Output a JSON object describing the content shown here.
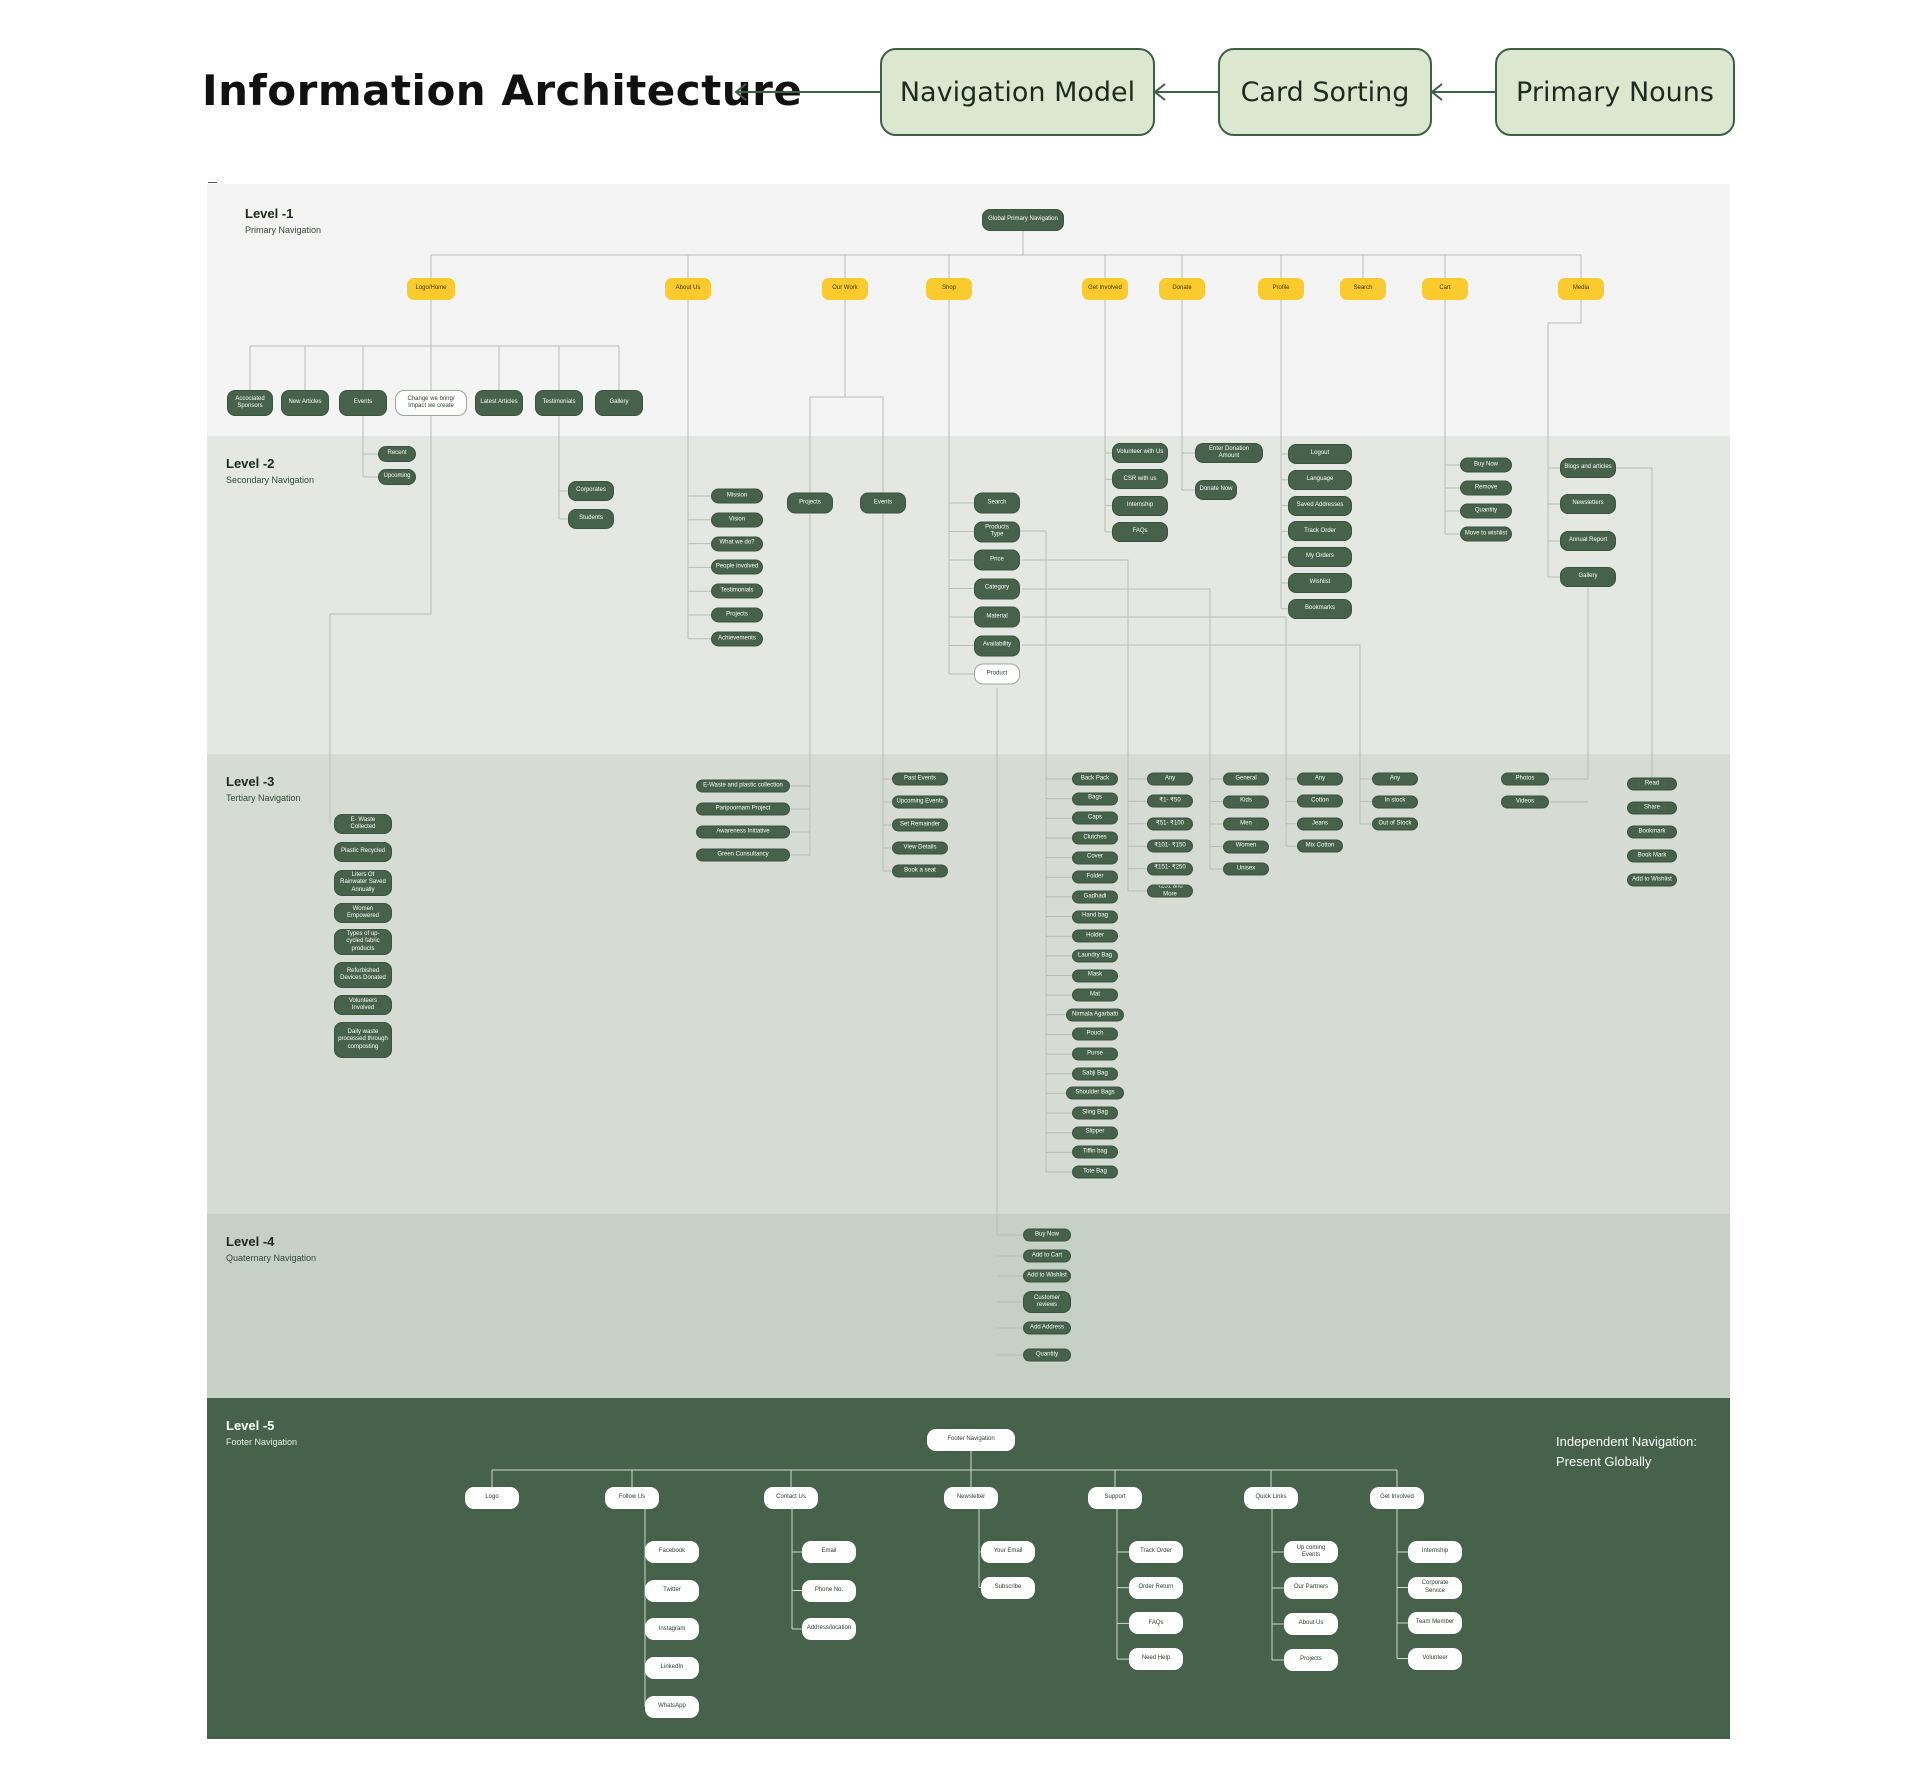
{
  "header": {
    "title": "Information Architecture",
    "steps": [
      "Navigation Model",
      "Card Sorting",
      "Primary Nouns"
    ]
  },
  "levels": [
    {
      "title": "Level -1",
      "subtitle": "Primary Navigation",
      "color": "#f4f4f4"
    },
    {
      "title": "Level -2",
      "subtitle": "Secondary Navigation",
      "color": "#e4e7e2"
    },
    {
      "title": "Level -3",
      "subtitle": "Tertiary Navigation",
      "color": "#d6dbd4"
    },
    {
      "title": "Level -4",
      "subtitle": "Quaternary Navigation",
      "color": "#c7d0c5"
    },
    {
      "title": "Level -5",
      "subtitle": "Footer Navigation",
      "color": "#46624b"
    }
  ],
  "footer_note": "Independent Navigation: Present Globally",
  "colors": {
    "node_dark": "#46624b",
    "node_yellow": "#fbcb2e",
    "header_box": "#dce7cf",
    "connector": "#b8bdb6"
  },
  "nodes": {
    "root": "Global Primary Navigation",
    "primary": [
      "Logo/Home",
      "About Us",
      "Our Work",
      "Shop",
      "Get Involved",
      "Donate",
      "Profile",
      "Search",
      "Cart",
      "Media"
    ],
    "home_children": [
      "Accociated Sponsors",
      "New Articles",
      "Events",
      "Change we bring/ Impact we create",
      "Latest Articles",
      "Testimonials",
      "Gallery"
    ],
    "home_events": [
      "Recent",
      "Upcoming"
    ],
    "home_testimonials": [
      "Corporates",
      "Students"
    ],
    "about": [
      "Mission",
      "Vision",
      "What we do?",
      "People involved",
      "Testimonials",
      "Projects",
      "Achievements"
    ],
    "ourwork": [
      "Projects",
      "Events"
    ],
    "shop": [
      "Search",
      "Products Type",
      "Price",
      "Category",
      "Material",
      "Availability",
      "Product"
    ],
    "getinvolved": [
      "Volunteer with Us",
      "CSR with us",
      "Internship",
      "FAQs"
    ],
    "donate": [
      "Enter Donation Amount",
      "Donate Now"
    ],
    "profile": [
      "Logout",
      "Language",
      "Saved Addresses",
      "Track Order",
      "My Orders",
      "Wishlist",
      "Bookmarks"
    ],
    "cart": [
      "Buy Now",
      "Remove",
      "Quantity",
      "Move to wishlist"
    ],
    "media": [
      "Blogs and articles",
      "Newsletters",
      "Annual Report",
      "Gallery"
    ],
    "impact": [
      "E- Waste Collected",
      "Plastic Recycled",
      "Liters Of Rainwater Saved Annually",
      "Women Empowered",
      "Types of up-cycled fabric products",
      "Refurbished Devices Donated",
      "Volunteers Involved",
      "Daily waste processed through composting"
    ],
    "projects": [
      "E-Waste and plastic collection",
      "Paripoornam Project",
      "Awareness Initiative",
      "Green Consultancy"
    ],
    "events": [
      "Past Events",
      "Upcoming Events",
      "Set Remainder",
      "View Details",
      "Book a seat"
    ],
    "product_types": [
      "Back Pack",
      "Bags",
      "Caps",
      "Clutches",
      "Cover",
      "Folder",
      "Gadhadi",
      "Hand bag",
      "Holder",
      "Laundry Bag",
      "Mask",
      "Mat",
      "Nirmala Agarbatti",
      "Pouch",
      "Purse",
      "Sabji Bag",
      "Shoulder Bags",
      "Sling Bag",
      "Slipper",
      "Tiffin bag",
      "Tote Bag"
    ],
    "price": [
      "Any",
      "₹1- ₹50",
      "₹51- ₹100",
      "₹101- ₹150",
      "₹151- ₹250",
      "₹251 and More"
    ],
    "category": [
      "General",
      "Kids",
      "Men",
      "Women",
      "Unisex"
    ],
    "material": [
      "Any",
      "Cotton",
      "Jeans",
      "Mix Cotton"
    ],
    "availability": [
      "Any",
      "In stock",
      "Out of Stock"
    ],
    "gallery": [
      "Photos",
      "Videos"
    ],
    "blog_actions": [
      "Read",
      "Share",
      "Bookmark",
      "Book Mark",
      "Add to Wishlist"
    ],
    "product_actions": [
      "Buy Now",
      "Add to Cart",
      "Add to Wishlist",
      "Customer reviews",
      "Add Address",
      "Quantity"
    ],
    "footer_root": "Footer Navigation",
    "footer": [
      "Logo",
      "Follow Us",
      "Contact Us",
      "Newsletter",
      "Support",
      "Quick Links",
      "Get Involved"
    ],
    "follow": [
      "Facebook",
      "Twitter",
      "Instagram",
      "LinkedIn",
      "WhatsApp"
    ],
    "contact": [
      "Email",
      "Phone No.",
      "Address/location"
    ],
    "newsletter": [
      "Your Email",
      "Subscribe"
    ],
    "support": [
      "Track Order",
      "Order Return",
      "FAQs",
      "Need Help"
    ],
    "quick": [
      "Up coming Events",
      "Our Partners",
      "About Us",
      "Projects"
    ],
    "involved": [
      "Internship",
      "Corporate Service",
      "Team Member",
      "Volunteer"
    ]
  }
}
